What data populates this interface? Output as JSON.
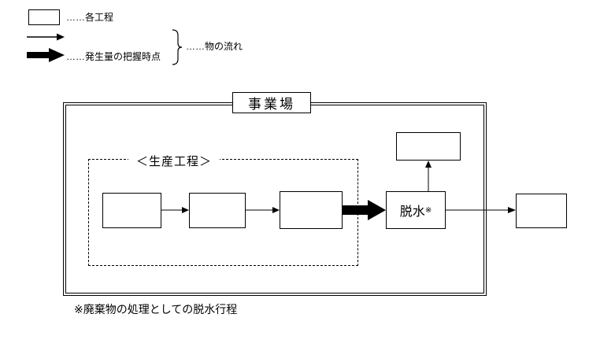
{
  "colors": {
    "ink": "#000000",
    "background": "#ffffff"
  },
  "legend": {
    "process_box_label": "……各工程",
    "generation_point_label": "……発生量の把握時点",
    "material_flow_label": "……物の流れ"
  },
  "site": {
    "title": "事業場"
  },
  "production": {
    "label": "＜生産工程＞"
  },
  "dewatering": {
    "name": "脱水",
    "marker": "※"
  },
  "footnote": "※廃棄物の処理としての脱水行程"
}
